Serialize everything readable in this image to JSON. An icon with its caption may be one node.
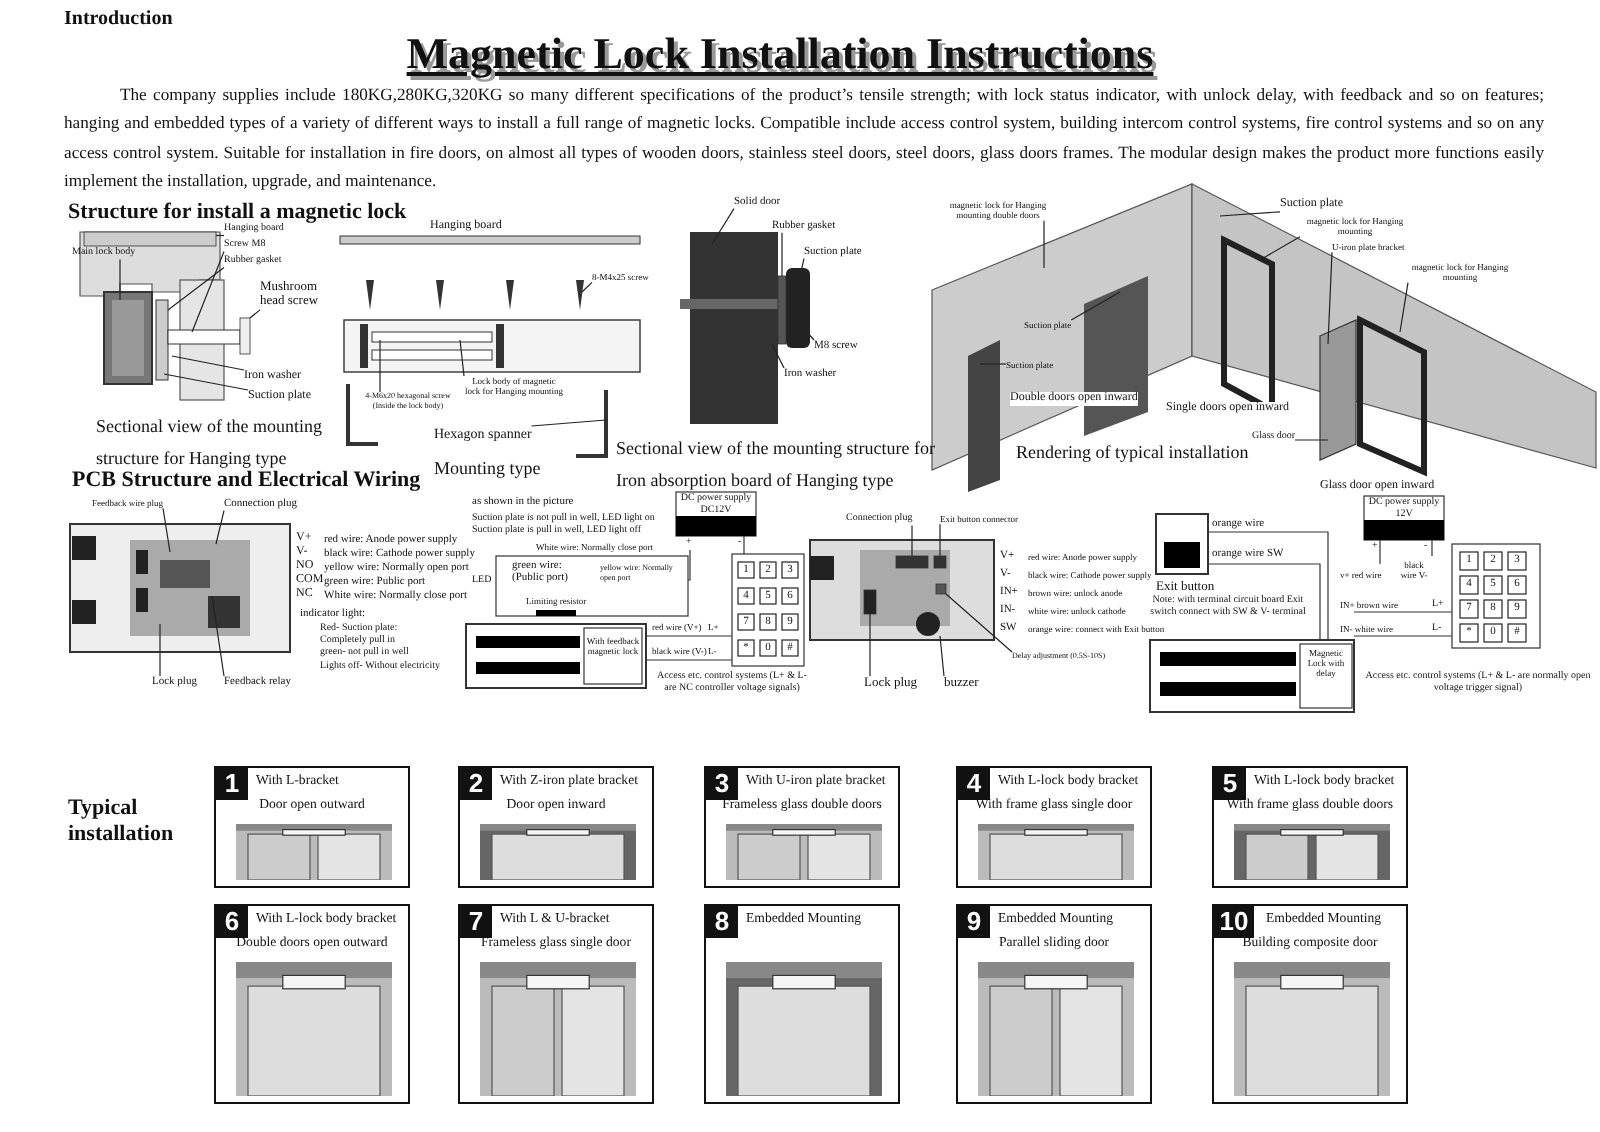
{
  "diagram": {
    "title": "Magnetic Lock Installation Instructions",
    "nodes": [
      {
        "text": [
          "Main lock body"
        ]
      },
      {
        "text": [
          "Hanging board"
        ]
      },
      {
        "text": [
          "Screw M8"
        ]
      },
      {
        "text": [
          "Rubber gasket"
        ]
      },
      {
        "text": [
          "Mushroom head screw"
        ]
      },
      {
        "text": [
          "Iron washer"
        ]
      },
      {
        "text": [
          "Suction plate"
        ]
      },
      {
        "text": [
          "8-M4x25 screw"
        ]
      },
      {
        "text": [
          "Lock body of magnetic lock for Hanging mounting"
        ]
      },
      {
        "text": [
          "4-M6x20 hexagonal screw (Inside the lock body)"
        ]
      },
      {
        "text": [
          "Hexagon spanner"
        ]
      },
      {
        "text": [
          "Solid door"
        ]
      },
      {
        "text": [
          "Rubber gasket"
        ]
      },
      {
        "text": [
          "Suction plate"
        ]
      },
      {
        "text": [
          "M8 screw"
        ]
      },
      {
        "text": [
          "Iron washer"
        ]
      },
      {
        "text": [
          "magnetic lock for Hanging mounting double doors"
        ]
      },
      {
        "text": [
          "Suction plate"
        ]
      },
      {
        "text": [
          "magnetic lock for Hanging mounting"
        ]
      },
      {
        "text": [
          "U-iron plate bracket"
        ]
      },
      {
        "text": [
          "magnetic lock for Hanging mounting"
        ]
      },
      {
        "text": [
          "Suction plate"
        ]
      },
      {
        "text": [
          "Suction plate"
        ]
      },
      {
        "text": [
          "Glass door"
        ]
      },
      {
        "text": [
          "Feedback wire plug"
        ]
      },
      {
        "text": [
          "Connection plug"
        ]
      },
      {
        "text": [
          "Lock plug"
        ]
      },
      {
        "text": [
          "Feedback relay"
        ]
      },
      {
        "text": [
          "Connection plug"
        ]
      },
      {
        "text": [
          "Exit button connector"
        ]
      },
      {
        "text": [
          "Lock plug"
        ]
      },
      {
        "text": [
          "buzzer"
        ]
      },
      {
        "text": [
          "Delay adjustment (0.5S-10S)"
        ]
      },
      {
        "text": [
          "1",
          "With L-bracket",
          "Door open outward"
        ]
      },
      {
        "text": [
          "2",
          "With Z-iron plate bracket",
          "Door open inward"
        ]
      },
      {
        "text": [
          "3",
          "With U-iron plate bracket",
          "Frameless glass double doors"
        ]
      },
      {
        "text": [
          "4",
          "With L-lock body bracket",
          "With frame glass single door"
        ]
      },
      {
        "text": [
          "5",
          "With L-lock body bracket",
          "With frame glass double doors"
        ]
      },
      {
        "text": [
          "6",
          "With L-lock body bracket",
          "Double doors open outward"
        ]
      },
      {
        "text": [
          "7",
          "With L & U-bracket",
          "Frameless glass single door"
        ]
      },
      {
        "text": [
          "8",
          "Embedded Mounting"
        ]
      },
      {
        "text": [
          "9",
          "Embedded Mounting",
          "Parallel sliding door"
        ]
      },
      {
        "text": [
          "10",
          "Embedded Mounting",
          "Building composite door"
        ]
      },
      {
        "text": [],
        "shape": "circle"
      },
      {
        "text": [],
        "shape": "box"
      },
      {
        "text": [],
        "shape": "box"
      },
      {
        "text": [],
        "shape": "box"
      },
      {
        "text": [],
        "shape": "box"
      },
      {
        "text": [],
        "shape": "box"
      },
      {
        "text": [],
        "shape": "box"
      },
      {
        "text": [],
        "shape": "box"
      }
    ],
    "edges": [
      {
        "from": 0,
        "to": null,
        "arrow": "none"
      },
      {
        "from": 1,
        "to": 44,
        "arrow": "none"
      },
      {
        "from": 2,
        "to": null,
        "arrow": "none"
      },
      {
        "from": 3,
        "to": null,
        "arrow": "none"
      },
      {
        "from": 4,
        "to": 45,
        "arrow": "none"
      },
      {
        "from": 5,
        "to": null,
        "arrow": "none"
      },
      {
        "from": 6,
        "to": null,
        "arrow": "none"
      },
      {
        "from": 7,
        "to": null,
        "arrow": "none"
      },
      {
        "from": 8,
        "to": null,
        "arrow": "none"
      },
      {
        "from": 9,
        "to": null,
        "arrow": "none"
      },
      {
        "from": 10,
        "to": null,
        "arrow": "none"
      },
      {
        "from": 11,
        "to": null,
        "arrow": "none"
      },
      {
        "from": 12,
        "to": 46,
        "arrow": "none"
      },
      {
        "from": 13,
        "to": null,
        "arrow": "none"
      },
      {
        "from": 14,
        "to": null,
        "arrow": "none"
      },
      {
        "from": 15,
        "to": null,
        "arrow": "none"
      },
      {
        "from": 16,
        "to": null,
        "arrow": "none"
      },
      {
        "from": 17,
        "to": null,
        "arrow": "none"
      },
      {
        "from": 18,
        "to": null,
        "arrow": "none"
      },
      {
        "from": 19,
        "to": null,
        "arrow": "none"
      },
      {
        "from": 20,
        "to": null,
        "arrow": "none"
      },
      {
        "from": 21,
        "to": null,
        "arrow": "none"
      },
      {
        "from": 22,
        "to": null,
        "arrow": "none"
      },
      {
        "from": 23,
        "to": null,
        "arrow": "none"
      },
      {
        "from": 24,
        "to": null,
        "arrow": "none"
      },
      {
        "from": 25,
        "to": null,
        "arrow": "none"
      },
      {
        "from": 26,
        "to": null,
        "arrow": "none"
      },
      {
        "from": 27,
        "to": null,
        "arrow": "none"
      },
      {
        "from": 28,
        "to": 47,
        "arrow": "none"
      },
      {
        "from": 29,
        "to": 48,
        "arrow": "none"
      },
      {
        "from": 30,
        "to": 49,
        "arrow": "none"
      },
      {
        "from": 31,
        "to": 43,
        "arrow": "none"
      },
      {
        "from": 32,
        "to": 50,
        "arrow": "none"
      }
    ],
    "labels": [
      "Introduction",
      "The company supplies include 180KG,280KG,320KG so many different specifications of the product’s tensile strength; with lock status indicator, with unlock delay, with feedback and so on features; hanging and embedded types of a variety of different ways to install a full range of magnetic locks. Compatible include access control system, building intercom control systems, fire control systems and so on any access control system. Suitable for installation in fire doors, on almost all types of wooden doors, stainless steel doors, steel doors, glass doors frames. The modular design makes the product more functions easily implement the installation, upgrade, and maintenance.",
      "Structure for install a magnetic lock",
      "Sectional view of the mounting structure for Hanging type",
      "Hanging board",
      "Mounting type",
      "Sectional view of the mounting structure for Iron absorption board of Hanging type",
      "Rendering of typical installation",
      "Double doors open inward",
      "Single doors open inward",
      "Glass door open inward",
      "PCB Structure and Electrical Wiring",
      "V+",
      "red wire: Anode power supply",
      "V-",
      "black wire: Cathode power supply",
      "NO",
      "yellow wire: Normally open port",
      "COM",
      "green wire: Public port",
      "NC",
      "White wire: Normally close port",
      "indicator light:",
      "Red- Suction plate: Completely pull in",
      "green- not pull in well",
      "Lights off- Without electricity",
      "as shown in the picture",
      "Suction plate is not pull in well, LED light on",
      "Suction plate is pull in well, LED light off",
      "DC power supply DC12V",
      "+",
      "-",
      "White wire: Normally close port",
      "green wire: (Public port)",
      "yellow wire: Normally open port",
      "LED",
      "Limiting resistor",
      "red wire (V+)",
      "L+",
      "black wire (V-)",
      "L-",
      "With feedback magnetic lock",
      "1",
      "2",
      "3",
      "4",
      "5",
      "6",
      "7",
      "8",
      "9",
      "*",
      "0",
      "#",
      "Access etc. control systems (L+ & L- are NC controller voltage signals)",
      "V+",
      "red wire: Anode power supply",
      "V-",
      "black wire: Cathode power supply",
      "IN+",
      "brown wire: unlock anode",
      "IN-",
      "white wire: unlock cathode",
      "SW",
      "orange wire: connect with Exit button",
      "orange wire",
      "orange wire SW",
      "Exit button",
      "Note: with terminal circuit board Exit switch connect with SW & V- terminal",
      "DC power supply 12V",
      "+",
      "-",
      "v+ red wire",
      "black wire V-",
      "IN+ brown wire",
      "L+",
      "IN- white wire",
      "L-",
      "Magnetic Lock with delay",
      "1",
      "2",
      "3",
      "4",
      "5",
      "6",
      "7",
      "8",
      "9",
      "*",
      "0",
      "#",
      "Access etc. control systems (L+ & L- are normally open voltage trigger signal)",
      "Typical installation"
    ]
  }
}
